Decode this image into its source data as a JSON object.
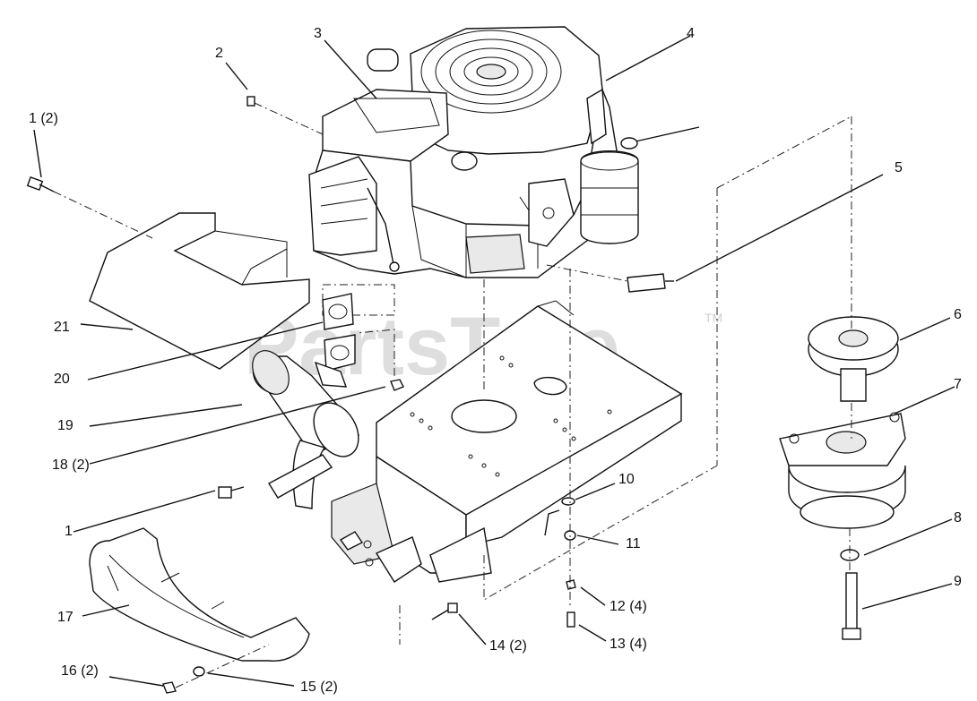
{
  "watermark": {
    "text": "PartsTree",
    "mark": "TM"
  },
  "callouts": [
    {
      "id": "c1-2",
      "text": "1 (2)"
    },
    {
      "id": "c2",
      "text": "2"
    },
    {
      "id": "c3",
      "text": "3"
    },
    {
      "id": "c4",
      "text": "4"
    },
    {
      "id": "c5",
      "text": "5"
    },
    {
      "id": "c6",
      "text": "6"
    },
    {
      "id": "c7",
      "text": "7"
    },
    {
      "id": "c8",
      "text": "8"
    },
    {
      "id": "c9",
      "text": "9"
    },
    {
      "id": "c10",
      "text": "10"
    },
    {
      "id": "c11",
      "text": "11"
    },
    {
      "id": "c12",
      "text": "12 (4)"
    },
    {
      "id": "c13",
      "text": "13 (4)"
    },
    {
      "id": "c14",
      "text": "14 (2)"
    },
    {
      "id": "c15",
      "text": "15 (2)"
    },
    {
      "id": "c16",
      "text": "16 (2)"
    },
    {
      "id": "c17",
      "text": "17"
    },
    {
      "id": "c18",
      "text": "18 (2)"
    },
    {
      "id": "c19",
      "text": "19"
    },
    {
      "id": "c20",
      "text": "20"
    },
    {
      "id": "c21",
      "text": "21"
    },
    {
      "id": "c1",
      "text": "1"
    }
  ]
}
